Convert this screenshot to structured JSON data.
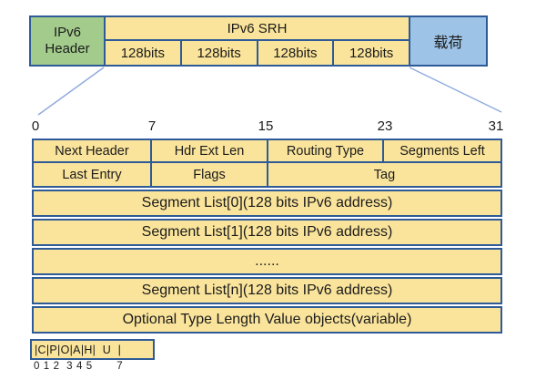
{
  "packet_strip": {
    "ipv6_header": {
      "line1": "IPv6",
      "line2": "Header"
    },
    "srh_title": "IPv6 SRH",
    "srh_cells": [
      "128bits",
      "128bits",
      "128bits",
      "128bits"
    ],
    "payload": "载荷"
  },
  "ruler": {
    "ticks": [
      "0",
      "7",
      "15",
      "23",
      "31"
    ]
  },
  "srh_table": {
    "row1": [
      "Next Header",
      "Hdr Ext Len",
      "Routing Type",
      "Segments Left"
    ],
    "row2": [
      "Last Entry",
      "Flags",
      "Tag"
    ],
    "segment_rows": [
      "Segment List[0](128 bits IPv6 address)",
      "Segment List[1](128 bits IPv6 address)",
      "......",
      "Segment List[n](128 bits IPv6 address)",
      "Optional Type Length Value objects(variable)"
    ]
  },
  "flags_detail": {
    "bits": "|C|P|O|A|H|  U  |",
    "positions": "0 1 2  3 4 5       7"
  },
  "colors": {
    "box_yellow": "#FAE49B",
    "box_green": "#A3CC8C",
    "box_blue": "#9DC3E6",
    "border_blue": "#2E5B97",
    "connector_blue": "#8FAADC"
  }
}
